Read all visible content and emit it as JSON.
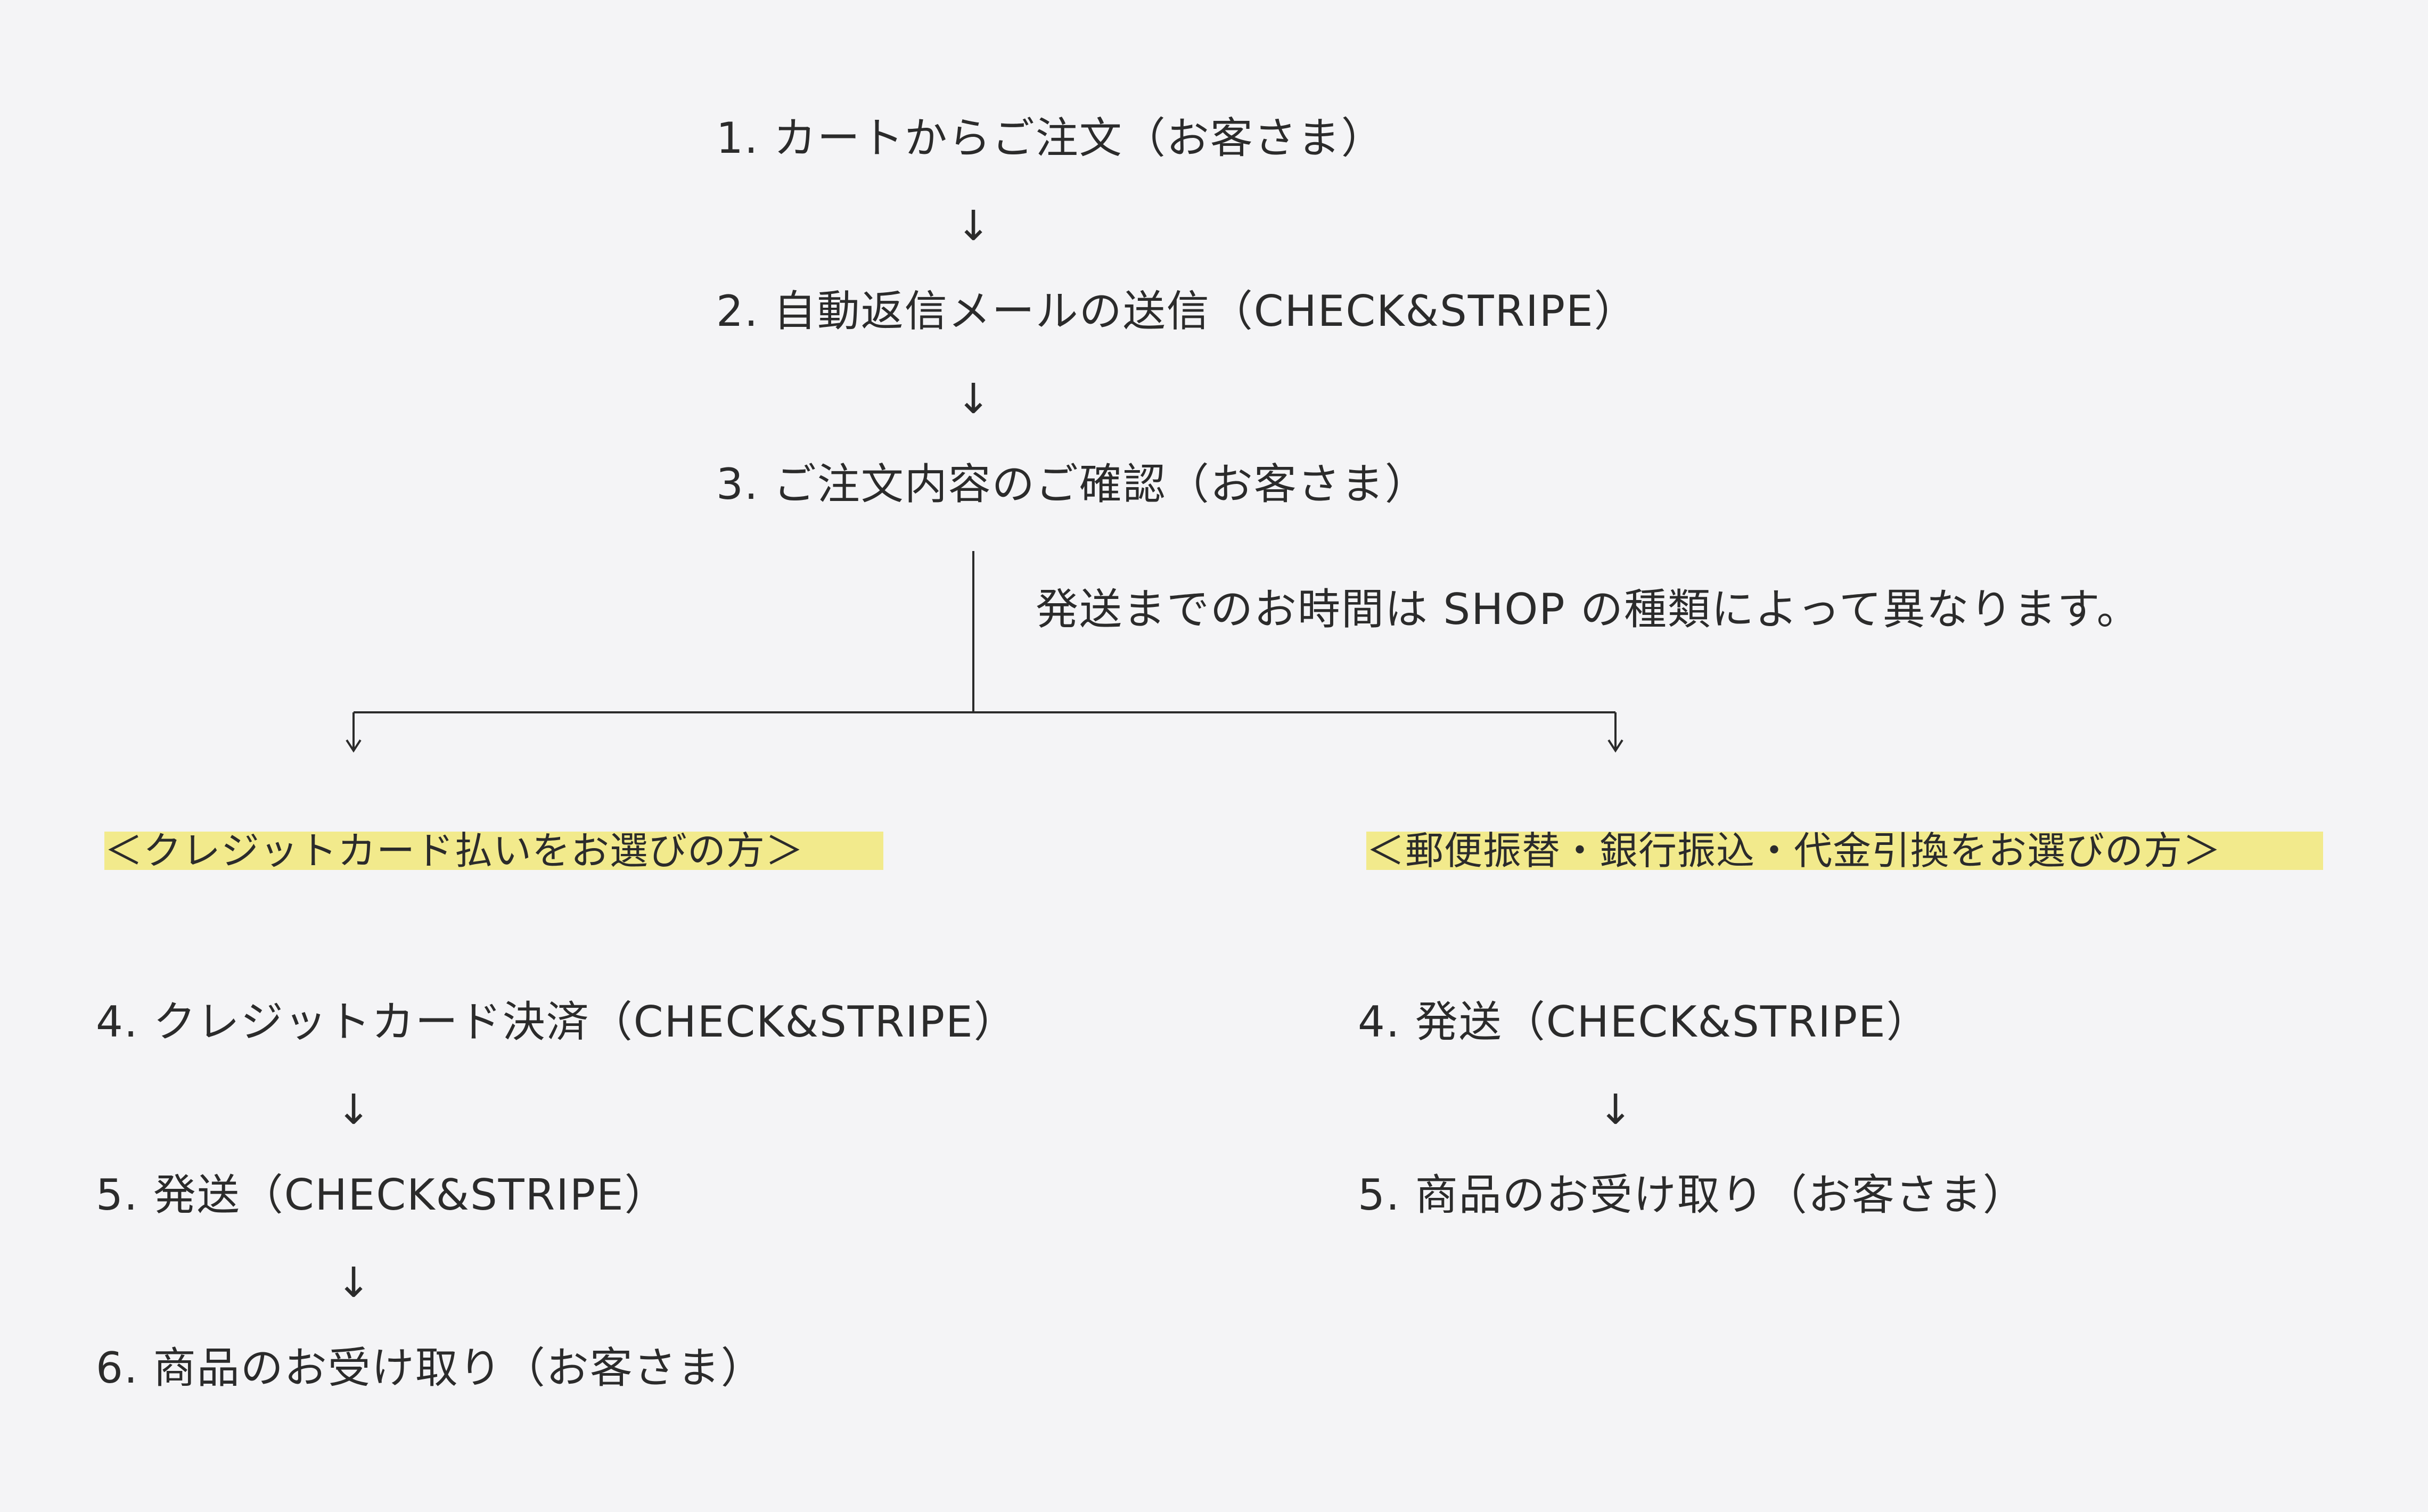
{
  "colors": {
    "background": "#f4f4f6",
    "text": "#2b2b2b",
    "line": "#2b2b2b",
    "highlight": "#f2ea8c"
  },
  "arrow_glyph": "↓",
  "main_flow": {
    "step1": "1. カートからご注文（お客さま）",
    "step2": "2. 自動返信メールの送信（CHECK&STRIPE）",
    "step3": "3. ご注文内容のご確認（お客さま）"
  },
  "branch_note": "発送までのお時間は SHOP の種類によって異なります。",
  "left_branch": {
    "heading": "＜クレジットカード払いをお選びの方＞",
    "steps": [
      "4. クレジットカード決済（CHECK&STRIPE）",
      "5. 発送（CHECK&STRIPE）",
      "6. 商品のお受け取り（お客さま）"
    ]
  },
  "right_branch": {
    "heading": "＜郵便振替・銀行振込・代金引換をお選びの方＞",
    "steps": [
      "4. 発送（CHECK&STRIPE）",
      "5. 商品のお受け取り（お客さま）"
    ]
  }
}
